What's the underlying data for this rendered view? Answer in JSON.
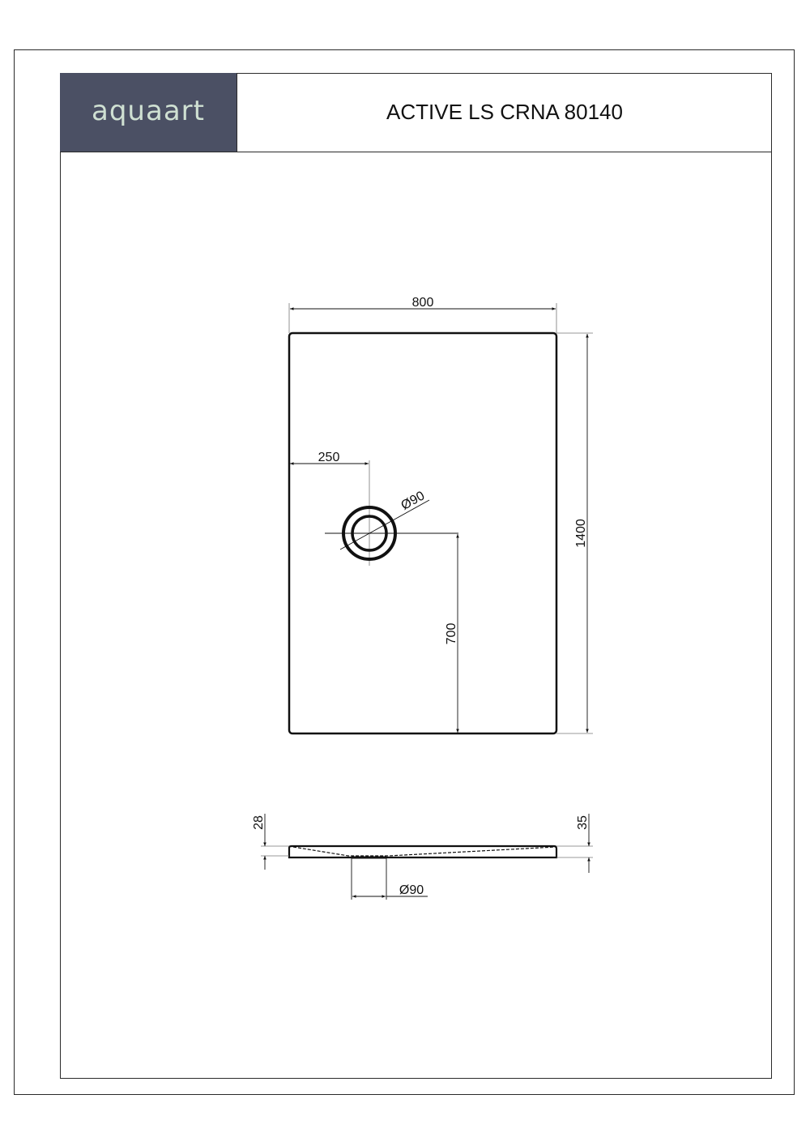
{
  "header": {
    "logo": "aquaart",
    "title": "ACTIVE LS CRNA 80140"
  },
  "colors": {
    "logo_background": "#4b5064",
    "logo_text": "#cfe0d2",
    "line": "#111111",
    "dimension_line": "#333333"
  },
  "top_view": {
    "width_label": "800",
    "length_label": "1400",
    "drain_offset_x_label": "250",
    "drain_offset_y_label": "700",
    "drain_diameter_label": "Ø90"
  },
  "side_view": {
    "edge_height_left_label": "28",
    "edge_height_right_label": "35",
    "drain_diameter_label": "Ø90"
  }
}
